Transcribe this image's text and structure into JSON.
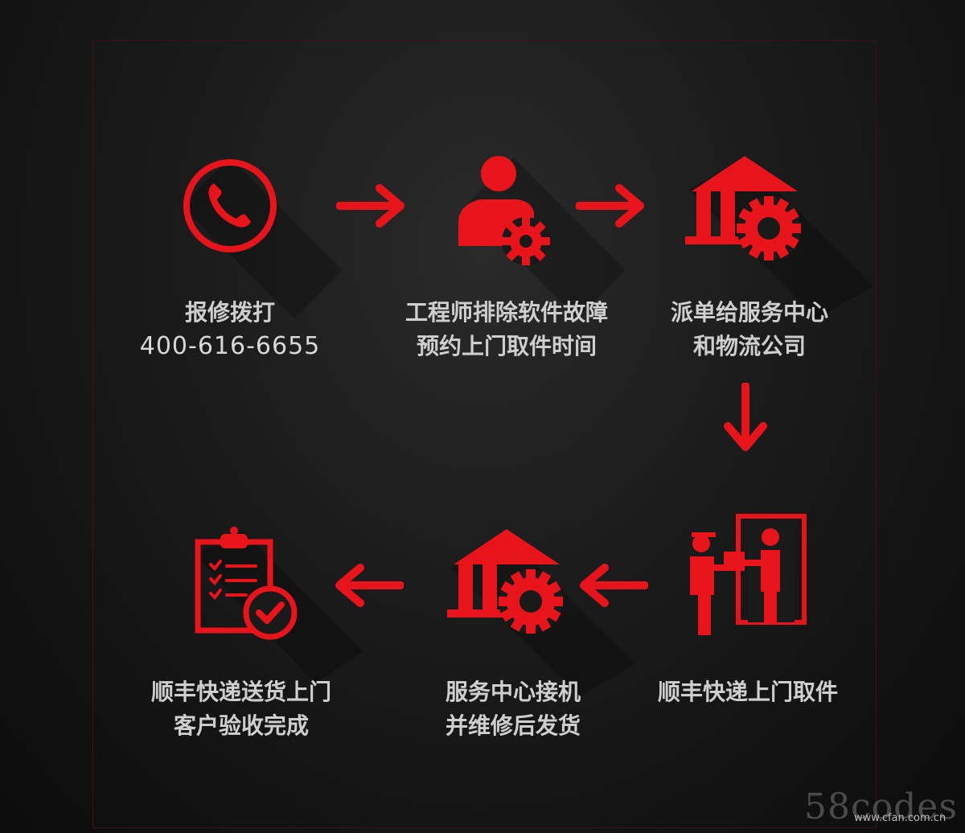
{
  "steps": [
    {
      "lines": [
        "报修拨打"
      ],
      "phone": "400-616-6655",
      "icon": "phone-icon"
    },
    {
      "lines": [
        "工程师排除软件故障",
        "预约上门取件时间"
      ],
      "icon": "engineer-gear-icon"
    },
    {
      "lines": [
        "派单给服务中心",
        "和物流公司"
      ],
      "icon": "house-gear-icon"
    },
    {
      "lines": [
        "顺丰快递上门取件"
      ],
      "icon": "courier-pickup-icon"
    },
    {
      "lines": [
        "服务中心接机",
        "并维修后发货"
      ],
      "icon": "house-gear-icon"
    },
    {
      "lines": [
        "顺丰快递送货上门",
        "客户验收完成"
      ],
      "icon": "checklist-check-icon"
    }
  ],
  "colors": {
    "accent": "#e8141c",
    "text": "#cfcfcf",
    "background": "#1c1c1c"
  },
  "watermark": {
    "logo": "58codes",
    "site": "www.cfan.com.cn"
  }
}
